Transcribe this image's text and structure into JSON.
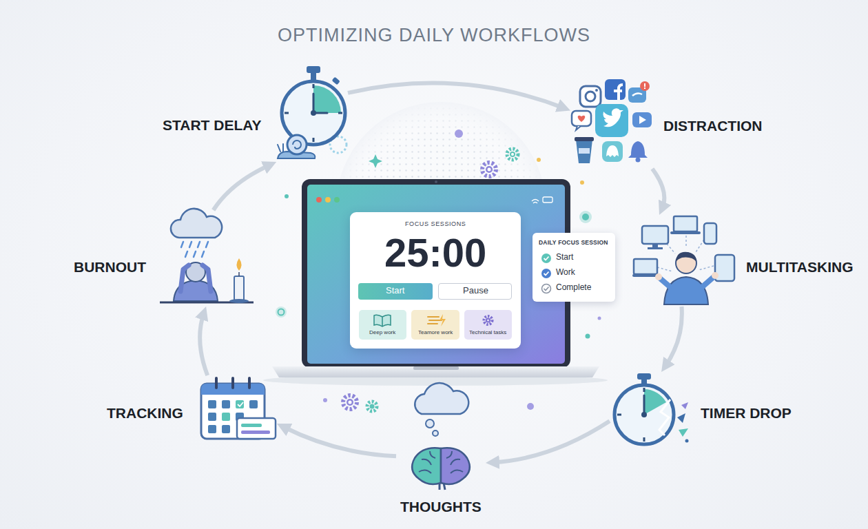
{
  "diagram": {
    "title": "OPTIMIZING DAILY WORKFLOWS",
    "nodes": [
      {
        "text": [
          "START DELAY"
        ]
      },
      {
        "text": [
          "DISTRACTION"
        ]
      },
      {
        "text": [
          "MULTITASKING"
        ]
      },
      {
        "text": [
          "TIMER DROP"
        ]
      },
      {
        "text": [
          "THOUGHTS"
        ]
      },
      {
        "text": [
          "TRACKING"
        ]
      },
      {
        "text": [
          "BURNOUT"
        ]
      },
      {
        "text": [
          "FOCUS SESSIONS",
          "25:00"
        ]
      },
      {
        "text": [
          "Start"
        ],
        "in": 7
      },
      {
        "text": [
          "Pause"
        ],
        "in": 7
      },
      {
        "text": [
          "Deep work"
        ],
        "in": 7
      },
      {
        "text": [
          "Teamore work"
        ],
        "in": 7
      },
      {
        "text": [
          "Technical tasks"
        ],
        "in": 7
      },
      {
        "text": [
          "DAILY FOCUS SESSION",
          "Start",
          "Work",
          "Complete"
        ]
      }
    ],
    "edges": [
      {
        "from": 0,
        "to": 1,
        "arrow": "to"
      },
      {
        "from": 1,
        "to": 2,
        "arrow": "to"
      },
      {
        "from": 2,
        "to": 3,
        "arrow": "to"
      },
      {
        "from": 3,
        "to": 4,
        "arrow": "to"
      },
      {
        "from": 4,
        "to": 5,
        "arrow": "to"
      },
      {
        "from": 5,
        "to": 6,
        "arrow": "to"
      },
      {
        "from": 6,
        "to": 0,
        "arrow": "to"
      }
    ]
  }
}
